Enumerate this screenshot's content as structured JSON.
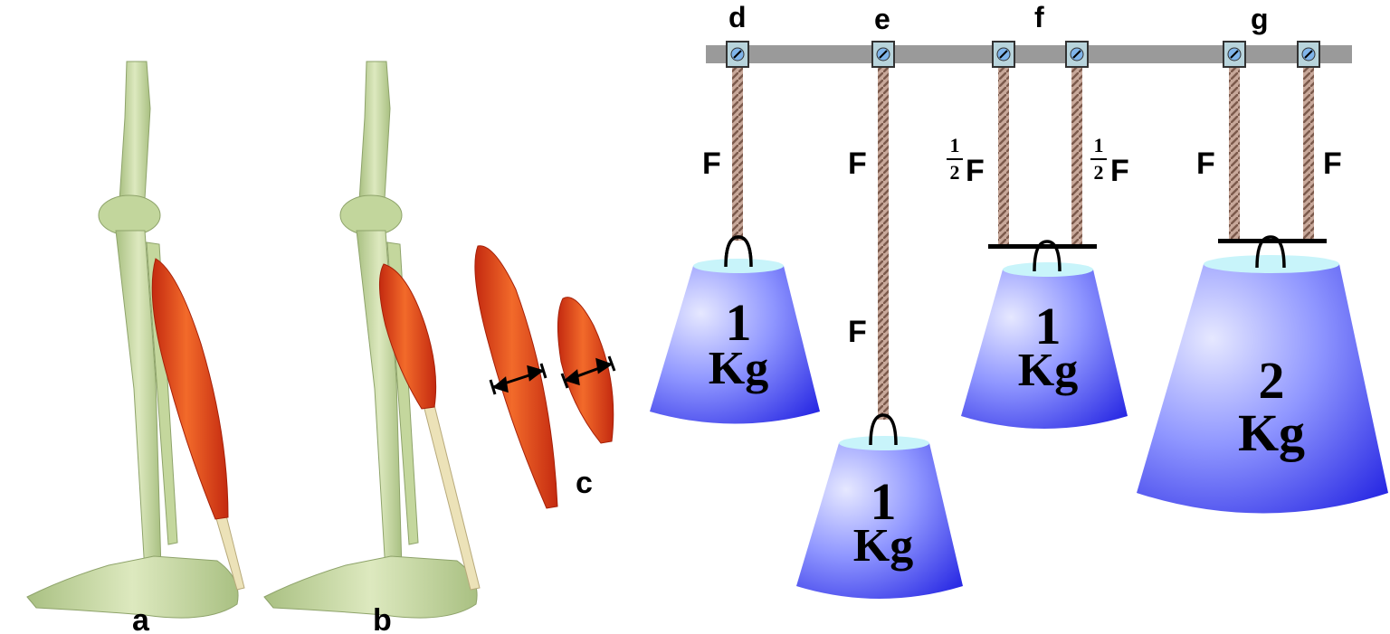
{
  "panels": {
    "a": "a",
    "b": "b",
    "c": "c",
    "d": "d",
    "e": "e",
    "f": "f",
    "g": "g"
  },
  "forces": {
    "d": "F",
    "e_upper": "F",
    "e_lower": "F",
    "f_half_num": "1",
    "f_half_den": "2",
    "f_left": "F",
    "f_right": "F",
    "g_left": "F",
    "g_right": "F"
  },
  "weights": {
    "d": {
      "value": "1",
      "unit": "Kg"
    },
    "e": {
      "value": "1",
      "unit": "Kg"
    },
    "f": {
      "value": "1",
      "unit": "Kg"
    },
    "g": {
      "value": "2",
      "unit": "Kg"
    }
  },
  "colors": {
    "bone": "#c9dca6",
    "bone_shadow": "#9fb67a",
    "muscle": "#e0401a",
    "muscle_light": "#f08a3a",
    "tendon": "#e8dcb0",
    "bar": "#999999",
    "weight_top": "#c8f4fa",
    "weight_dark": "#2020e0",
    "weight_light": "#d8dcff",
    "rope": "#b08878"
  }
}
